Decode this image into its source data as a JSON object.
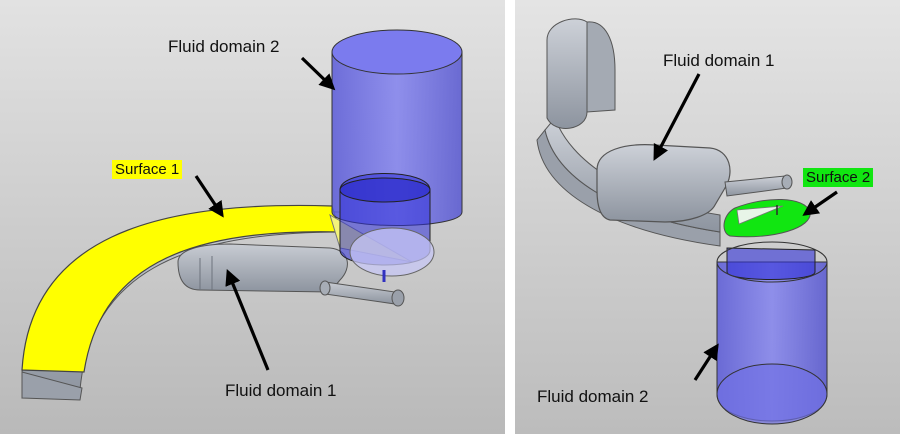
{
  "colors": {
    "background_top": "#dcdcdc",
    "background_bottom": "#bdbdbd",
    "solid": "#b4b9c2",
    "solid_dark": "#8f96a1",
    "fluid_domain": "#6f6fe6",
    "surface_1": "#ffff00",
    "surface_2": "#11e611",
    "arrow": "#000000"
  },
  "left_panel": {
    "labels": {
      "fluid_domain_2": "Fluid domain 2",
      "surface_1": "Surface 1",
      "fluid_domain_1": "Fluid domain 1"
    }
  },
  "right_panel": {
    "labels": {
      "fluid_domain_1": "Fluid domain 1",
      "surface_2": "Surface 2",
      "fluid_domain_2": "Fluid domain 2"
    }
  }
}
